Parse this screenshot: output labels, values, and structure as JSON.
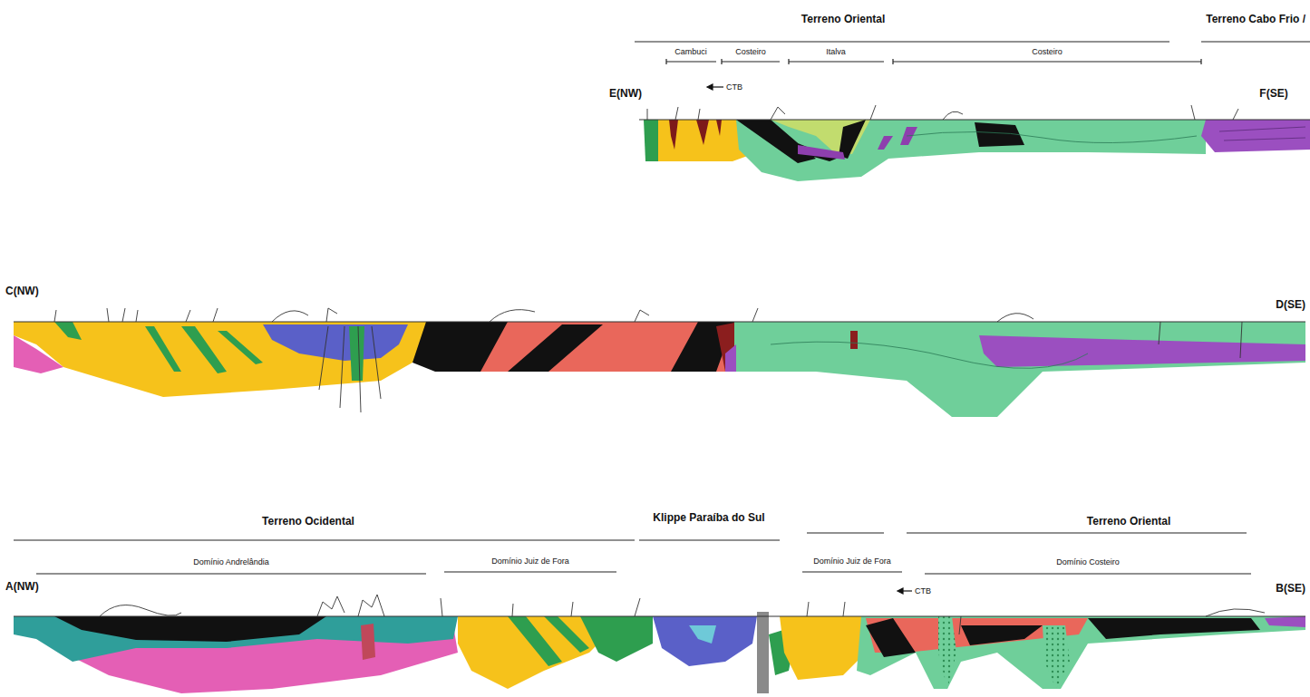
{
  "diagram": {
    "labels": [
      "Terreno Oriental",
      "Terreno Cabo Frio /",
      "Cambuci",
      "Costeiro",
      "Italva",
      "Costeiro",
      "E(NW)",
      "CTB",
      "F(SE)",
      "C(NW)",
      "D(SE)",
      "Terreno Ocidental",
      "Klippe Paraíba do Sul",
      "Terreno Oriental",
      "A(NW)",
      "Domínio Andrelândia",
      "Domínio Juiz de Fora",
      "Domínio Juiz de Fora",
      "Domínio Costeiro",
      "B(SE)",
      "CTB"
    ]
  }
}
